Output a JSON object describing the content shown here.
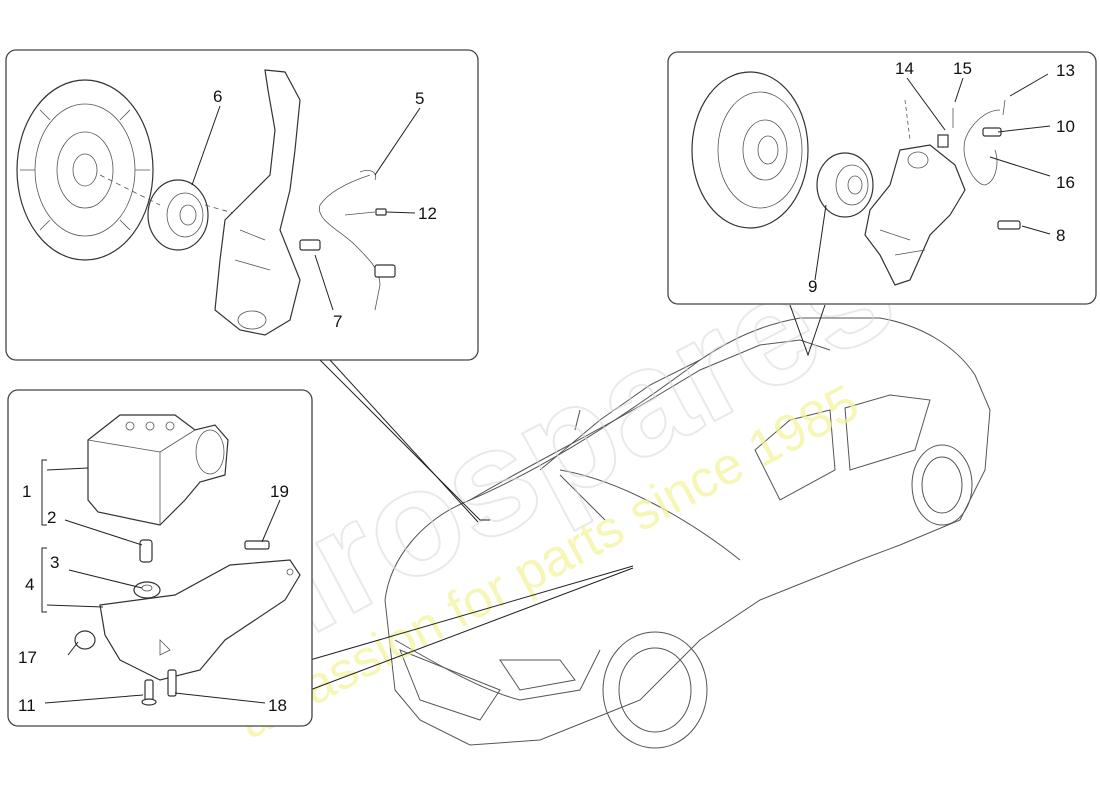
{
  "watermark": {
    "brand": "eurospares",
    "tagline": "a passion for parts since 1985"
  },
  "callouts": {
    "front_hub": [
      "6",
      "5",
      "12",
      "7"
    ],
    "rear_hub": [
      "14",
      "15",
      "13",
      "10",
      "16",
      "8",
      "9"
    ],
    "abs_unit": [
      "1",
      "2",
      "3",
      "4",
      "19",
      "17",
      "11",
      "18"
    ]
  },
  "labels": {
    "c1": "1",
    "c2": "2",
    "c3": "3",
    "c4": "4",
    "c5": "5",
    "c6": "6",
    "c7": "7",
    "c8": "8",
    "c9": "9",
    "c10": "10",
    "c11": "11",
    "c12": "12",
    "c13": "13",
    "c14": "14",
    "c15": "15",
    "c16": "16",
    "c17": "17",
    "c18": "18",
    "c19": "19"
  },
  "colors": {
    "line": "#222222",
    "watermark_outline": "#d8d8d8",
    "watermark_tagline": "#f3f39a"
  }
}
